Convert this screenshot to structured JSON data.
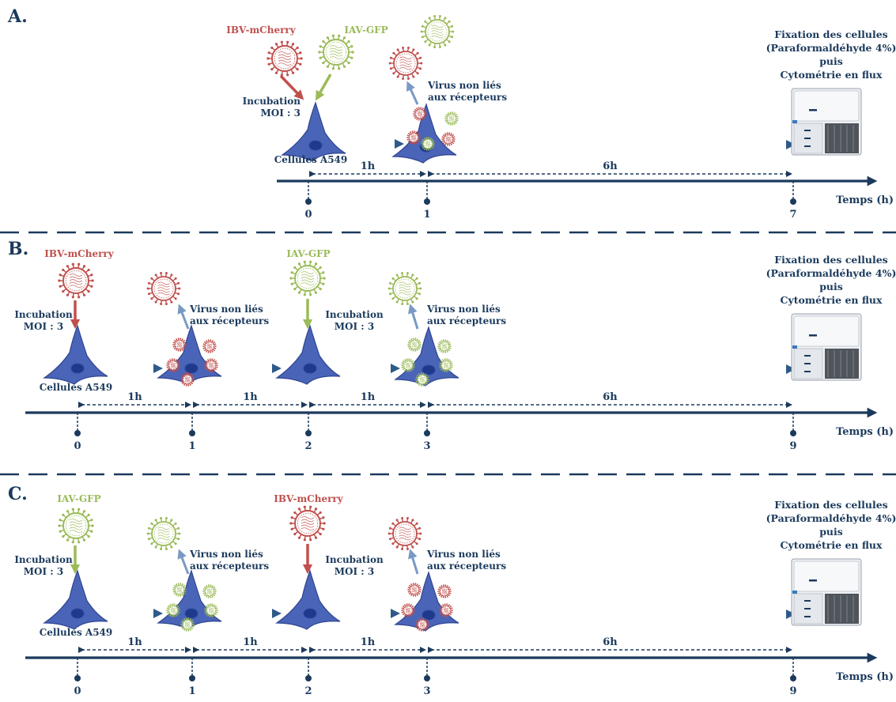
{
  "colors": {
    "navy": "#1b3a5c",
    "ibv_red": "#c0504d",
    "iav_green": "#9bbb59",
    "cell_blue": "#4a64b8",
    "arrow_blue": "#2e5a8a"
  },
  "labels": {
    "ibv": "IBV-mCherry",
    "iav": "IAV-GFP",
    "incubation": "Incubation",
    "moi": "MOI : 3",
    "cells": "Cellules A549",
    "unbound_1": "Virus non liés",
    "unbound_2": "aux récepteurs",
    "fix_1": "Fixation des cellules",
    "fix_2": "(Paraformaldéhyde 4%)",
    "fix_3": "puis",
    "fix_4": "Cytométrie en flux",
    "time_axis": "Temps (h)"
  },
  "panels": [
    {
      "letter": "A.",
      "ticks": [
        "0",
        "1",
        "7"
      ],
      "durations": [
        "1h",
        "6h"
      ]
    },
    {
      "letter": "B.",
      "ticks": [
        "0",
        "1",
        "2",
        "3",
        "9"
      ],
      "durations": [
        "1h",
        "1h",
        "1h",
        "6h"
      ]
    },
    {
      "letter": "C.",
      "ticks": [
        "0",
        "1",
        "2",
        "3",
        "9"
      ],
      "durations": [
        "1h",
        "1h",
        "1h",
        "6h"
      ]
    }
  ]
}
